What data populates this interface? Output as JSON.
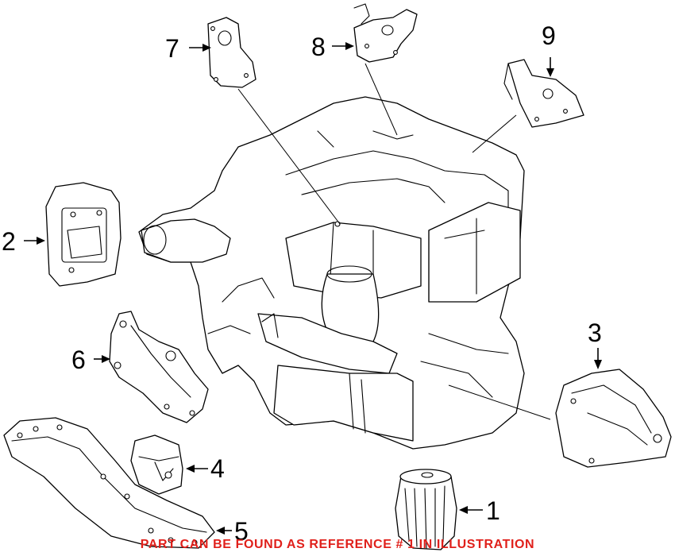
{
  "callouts": [
    {
      "id": "1",
      "label": "1"
    },
    {
      "id": "2",
      "label": "2"
    },
    {
      "id": "3",
      "label": "3"
    },
    {
      "id": "4",
      "label": "4"
    },
    {
      "id": "5",
      "label": "5"
    },
    {
      "id": "6",
      "label": "6"
    },
    {
      "id": "7",
      "label": "7"
    },
    {
      "id": "8",
      "label": "8"
    },
    {
      "id": "9",
      "label": "9"
    }
  ],
  "footer_note": {
    "text": "PART CAN BE FOUND AS REFERENCE # 1 IN ILLUSTRATION",
    "color": "#e0201b"
  },
  "highlighted_reference": "1"
}
